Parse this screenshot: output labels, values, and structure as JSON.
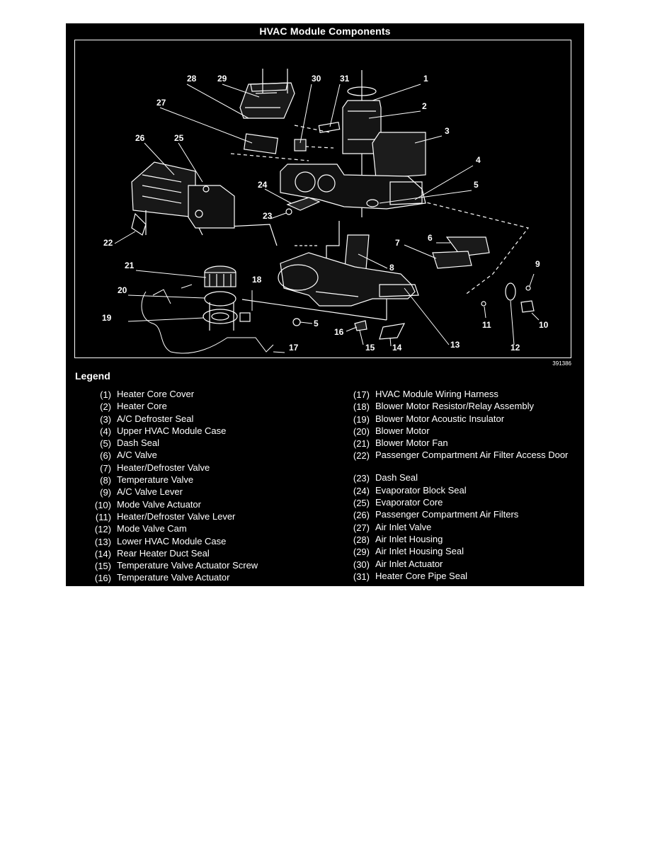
{
  "title": "HVAC Module Components",
  "figure_id": "391386",
  "legend_title": "Legend",
  "callouts": [
    "28",
    "29",
    "30",
    "31",
    "1",
    "2",
    "3",
    "4",
    "5",
    "27",
    "26",
    "25",
    "24",
    "23",
    "22",
    "7",
    "6",
    "8",
    "21",
    "18",
    "20",
    "9",
    "19",
    "5",
    "16",
    "15",
    "14",
    "13",
    "11",
    "12",
    "10",
    "17"
  ],
  "legend": [
    {
      "num": "(1)",
      "label": "Heater Core Cover"
    },
    {
      "num": "(2)",
      "label": "Heater Core"
    },
    {
      "num": "(3)",
      "label": "A/C Defroster Seal"
    },
    {
      "num": "(4)",
      "label": "Upper HVAC Module Case"
    },
    {
      "num": "(5)",
      "label": "Dash Seal"
    },
    {
      "num": "(6)",
      "label": "A/C Valve"
    },
    {
      "num": "(7)",
      "label": "Heater/Defroster Valve"
    },
    {
      "num": "(8)",
      "label": "Temperature Valve"
    },
    {
      "num": "(9)",
      "label": "A/C Valve Lever"
    },
    {
      "num": "(10)",
      "label": "Mode Valve Actuator"
    },
    {
      "num": "(11)",
      "label": "Heater/Defroster Valve Lever"
    },
    {
      "num": "(12)",
      "label": "Mode Valve Cam"
    },
    {
      "num": "(13)",
      "label": "Lower HVAC Module Case"
    },
    {
      "num": "(14)",
      "label": "Rear Heater Duct Seal"
    },
    {
      "num": "(15)",
      "label": "Temperature Valve Actuator Screw"
    },
    {
      "num": "(16)",
      "label": "Temperature Valve Actuator"
    },
    {
      "num": "(17)",
      "label": "HVAC Module Wiring Harness"
    },
    {
      "num": "(18)",
      "label": "Blower Motor Resistor/Relay Assembly"
    },
    {
      "num": "(19)",
      "label": "Blower Motor Acoustic Insulator"
    },
    {
      "num": "(20)",
      "label": "Blower Motor"
    },
    {
      "num": "(21)",
      "label": "Blower Motor Fan"
    },
    {
      "num": "(22)",
      "label": "Passenger Compartment Air Filter Access Door"
    },
    {
      "num": "(23)",
      "label": "Dash Seal"
    },
    {
      "num": "(24)",
      "label": "Evaporator Block Seal"
    },
    {
      "num": "(25)",
      "label": "Evaporator Core"
    },
    {
      "num": "(26)",
      "label": "Passenger Compartment Air Filters"
    },
    {
      "num": "(27)",
      "label": "Air Inlet Valve"
    },
    {
      "num": "(28)",
      "label": "Air Inlet Housing"
    },
    {
      "num": "(29)",
      "label": "Air Inlet Housing Seal"
    },
    {
      "num": "(30)",
      "label": "Air Inlet Actuator"
    },
    {
      "num": "(31)",
      "label": "Heater Core Pipe Seal"
    }
  ]
}
